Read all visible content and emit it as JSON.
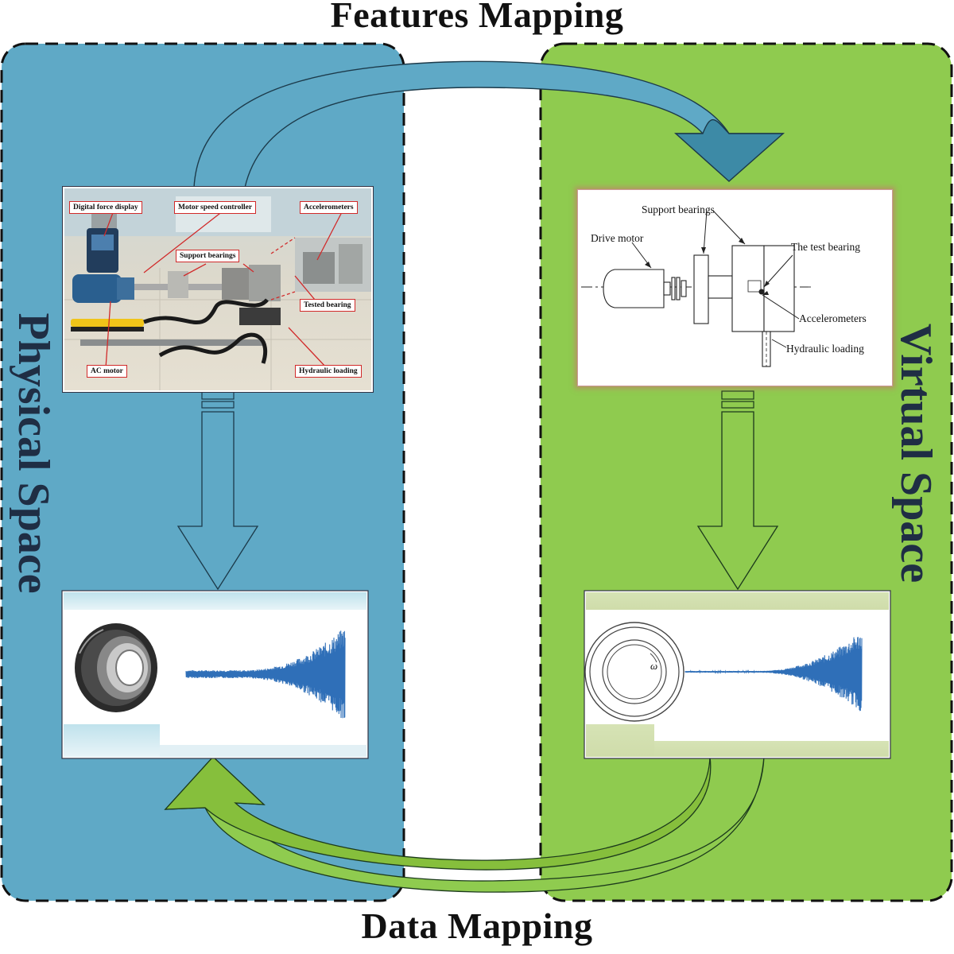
{
  "titles": {
    "top": "Features Mapping",
    "bottom": "Data Mapping"
  },
  "panels": {
    "physical_label": "Physical Space",
    "virtual_label": "Virtual Space",
    "physical_color": "#5fa9c6",
    "virtual_color": "#8fcb4f"
  },
  "photo_labels": {
    "digital_force_display": "Digital force display",
    "motor_speed_controller": "Motor speed controller",
    "accelerometers": "Accelerometers",
    "support_bearings": "Support bearings",
    "tested_bearing": "Tested bearing",
    "ac_motor": "AC motor",
    "hydraulic_loading": "Hydraulic loading"
  },
  "schematic_labels": {
    "support_bearings": "Support bearings",
    "drive_motor": "Drive motor",
    "test_bearing": "The test bearing",
    "accelerometers": "Accelerometers",
    "hydraulic_loading": "Hydraulic loading"
  },
  "signal": {
    "color": "#2f6fb8"
  },
  "arrows": {
    "features_color": "#3d8aa6",
    "data_color": "#86bf3c"
  },
  "icons": {
    "rotation_symbol": "ω"
  }
}
